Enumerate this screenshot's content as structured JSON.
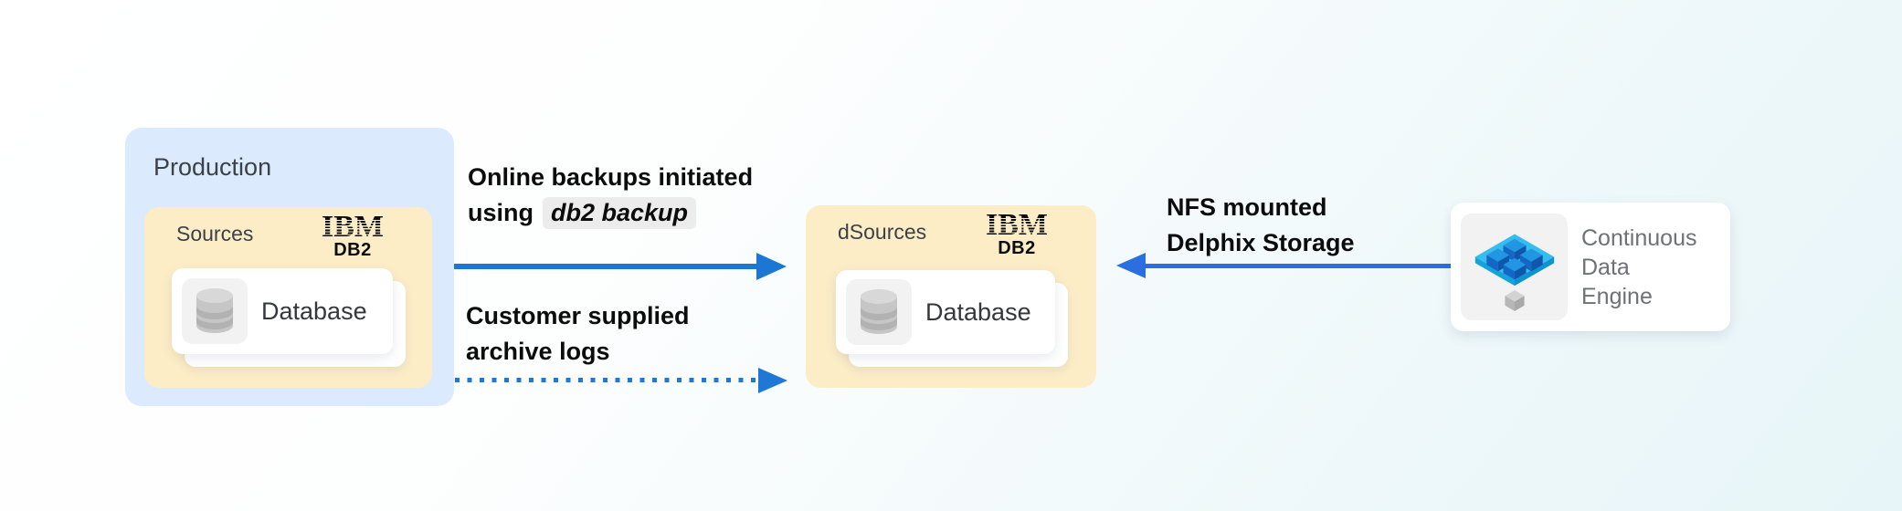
{
  "colors": {
    "background_start": "#ffffff",
    "background_end": "#e7f5f8",
    "production_box": "#dbeafd",
    "sources_box": "#fcedc7",
    "card_white": "#ffffff",
    "icon_tile": "#f2f2f2",
    "arrow_blue": "#1b76d4",
    "nfs_arrow_blue": "#2b6ee0",
    "label_black": "#0c0c0c",
    "box_title_gray": "#3c4148",
    "engine_text_gray": "#6e7176",
    "code_chip_bg": "#ececec",
    "database_icon_gray": "#c6c6c6",
    "delphix_logo_blue": "#1e9ae0"
  },
  "production": {
    "label": "Production",
    "sources": {
      "label": "Sources",
      "brand": "IBM",
      "product": "DB2",
      "card_label": "Database"
    }
  },
  "dsources": {
    "label": "dSources",
    "brand": "IBM",
    "product": "DB2",
    "card_label": "Database"
  },
  "flows": {
    "backup": {
      "line1": "Online backups initiated",
      "line2_prefix": "using",
      "line2_code": "db2 backup",
      "style": "solid",
      "direction": "right"
    },
    "archive": {
      "line1": "Customer supplied",
      "line2": "archive logs",
      "style": "dotted",
      "direction": "right"
    },
    "nfs": {
      "line1": "NFS mounted",
      "line2": "Delphix Storage",
      "style": "solid",
      "direction": "left"
    }
  },
  "engine": {
    "lines": [
      "Continuous",
      "Data",
      "Engine"
    ]
  },
  "icons": {
    "database": "database-cylinder-icon",
    "engine": "delphix-cube-icon",
    "ibm": "ibm-db2-logo"
  }
}
